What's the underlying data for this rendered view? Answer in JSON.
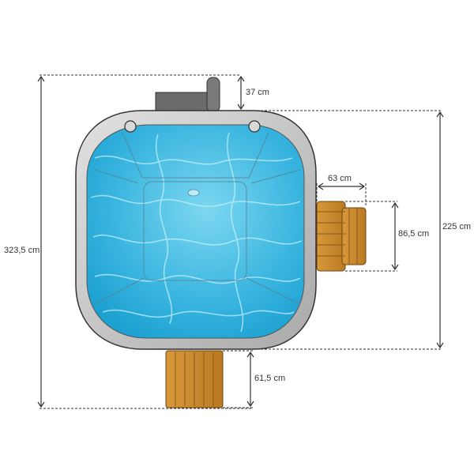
{
  "dimensions": {
    "total_height": "323,5 cm",
    "chimney_height": "37 cm",
    "tub_height": "225 cm",
    "stairs_depth": "63 cm",
    "stairs_width": "86,5 cm",
    "bench_depth": "61,5 cm"
  },
  "colors": {
    "water_light": "#6dd0ec",
    "water_dark": "#1fa7d6",
    "rim": "#c9c9c9",
    "wood": "#c98a2e",
    "wood_dark": "#8a5a14",
    "stove": "#6b6b6b",
    "line": "#333333"
  }
}
